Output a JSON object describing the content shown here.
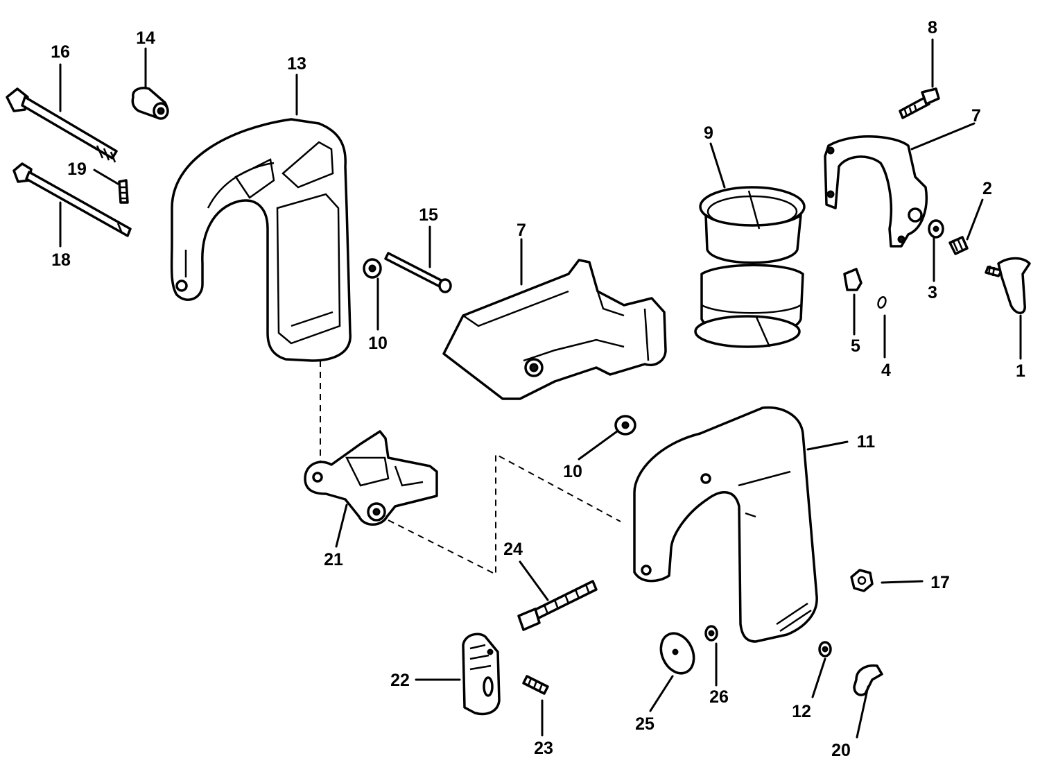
{
  "labels": {
    "p1": "1",
    "p2": "2",
    "p3": "3",
    "p4": "4",
    "p5": "5",
    "p7a": "7",
    "p7b": "7",
    "p8": "8",
    "p9": "9",
    "p10a": "10",
    "p10b": "10",
    "p11": "11",
    "p12": "12",
    "p13": "13",
    "p14": "14",
    "p15": "15",
    "p16": "16",
    "p17": "17",
    "p18": "18",
    "p19": "19",
    "p20": "20",
    "p21": "21",
    "p22": "22",
    "p23": "23",
    "p24": "24",
    "p25": "25",
    "p26": "26"
  }
}
